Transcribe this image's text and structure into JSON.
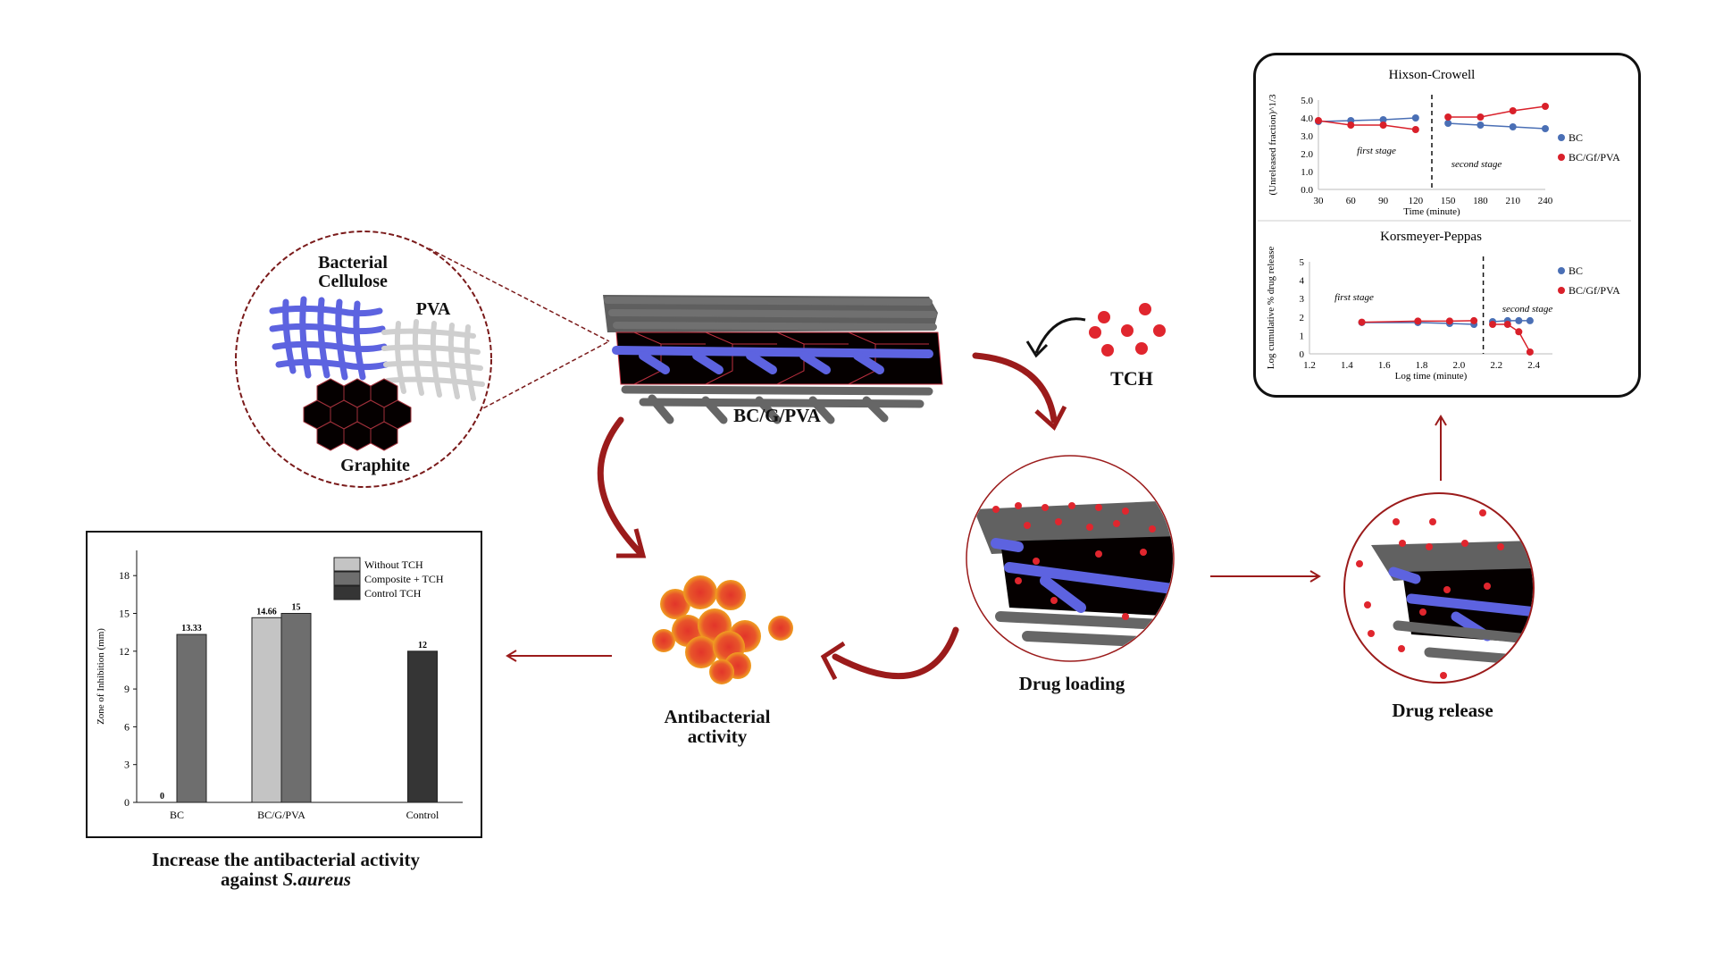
{
  "labels": {
    "bacterial_cellulose": "Bacterial Cellulose",
    "pva": "PVA",
    "graphite": "Graphite",
    "composite": "BC/G/PVA",
    "tch": "TCH",
    "drug_loading": "Drug loading",
    "drug_release": "Drug release",
    "antibacterial": "Antibacterial activity",
    "caption_line1": "Increase the antibacterial activity",
    "caption_line2_prefix": "against ",
    "caption_line2_species": "S.aureus"
  },
  "colors": {
    "arrow": "#9b1b1b",
    "bc_blue": "#4a6fb5",
    "bcgf_red": "#d9202a",
    "bar_light": "#c4c4c4",
    "bar_mid": "#6e6e6e",
    "bar_dark": "#353535"
  },
  "chart_data": [
    {
      "type": "line",
      "title": "Hixson-Crowell",
      "xlabel": "Time (minute)",
      "ylabel": "(Unreleased fraction)^1/3",
      "x_ticks": [
        "30",
        "60",
        "90",
        "120",
        "150",
        "180",
        "210",
        "240"
      ],
      "y_ticks": [
        "0.0",
        "1.0",
        "2.0",
        "3.0",
        "4.0",
        "5.0"
      ],
      "ylim": [
        0,
        5
      ],
      "xlim": [
        30,
        240
      ],
      "annotations": [
        "first stage",
        "second stage"
      ],
      "stage_divider_x": 135,
      "legend": [
        "BC",
        "BC/Gf/PVA"
      ],
      "legend_position": "right",
      "series": [
        {
          "name": "BC",
          "x": [
            30,
            60,
            90,
            120,
            150,
            180,
            210,
            240
          ],
          "values": [
            3.8,
            3.85,
            3.9,
            4.0,
            3.7,
            3.6,
            3.5,
            3.4
          ]
        },
        {
          "name": "BC/Gf/PVA",
          "x": [
            30,
            60,
            90,
            120,
            150,
            180,
            210,
            240
          ],
          "values": [
            3.85,
            3.6,
            3.6,
            3.35,
            4.05,
            4.05,
            4.4,
            4.65
          ]
        }
      ]
    },
    {
      "type": "line",
      "title": "Korsmeyer-Peppas",
      "xlabel": "Log time (minute)",
      "ylabel": "Log cumulative % drug release",
      "x_ticks": [
        "1.2",
        "1.4",
        "1.6",
        "1.8",
        "2.0",
        "2.2",
        "2.4"
      ],
      "y_ticks": [
        "0",
        "1",
        "2",
        "3",
        "4",
        "5"
      ],
      "ylim": [
        0,
        5
      ],
      "xlim": [
        1.2,
        2.5
      ],
      "annotations": [
        "first stage",
        "second stage"
      ],
      "stage_divider_x": 2.13,
      "legend": [
        "BC",
        "BC/Gf/PVA"
      ],
      "legend_position": "right",
      "series": [
        {
          "name": "BC",
          "x": [
            1.48,
            1.78,
            1.95,
            2.08,
            2.18,
            2.26,
            2.32,
            2.38
          ],
          "values": [
            1.7,
            1.7,
            1.65,
            1.6,
            1.75,
            1.8,
            1.8,
            1.8
          ]
        },
        {
          "name": "BC/Gf/PVA",
          "x": [
            1.48,
            1.78,
            1.95,
            2.08,
            2.18,
            2.26,
            2.32,
            2.38
          ],
          "values": [
            1.72,
            1.78,
            1.78,
            1.8,
            1.6,
            1.6,
            1.2,
            0.1
          ]
        }
      ]
    },
    {
      "type": "bar",
      "title": "",
      "xlabel": "",
      "ylabel": "Zone of Inhibition (mm)",
      "categories": [
        "BC",
        "BC/G/PVA",
        "Control"
      ],
      "y_ticks": [
        "0",
        "3",
        "6",
        "9",
        "12",
        "15",
        "18"
      ],
      "ylim": [
        0,
        20
      ],
      "legend": [
        "Without TCH",
        "Composite + TCH",
        "Control TCH"
      ],
      "legend_position": "top-right",
      "series": [
        {
          "name": "Without TCH",
          "values": [
            0,
            14.66,
            null
          ]
        },
        {
          "name": "Composite + TCH",
          "values": [
            13.33,
            15,
            null
          ]
        },
        {
          "name": "Control TCH",
          "values": [
            null,
            null,
            12
          ]
        }
      ],
      "data_labels": [
        "0",
        "13.33",
        "14.66",
        "15",
        "12"
      ]
    }
  ]
}
